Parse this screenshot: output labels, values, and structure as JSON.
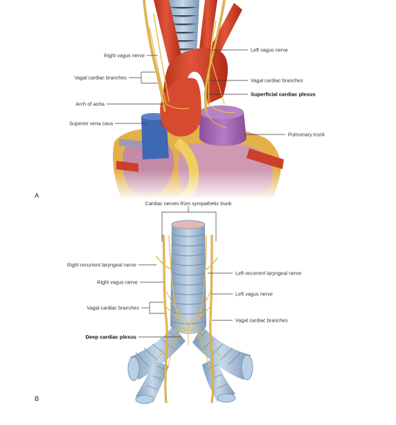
{
  "panel_a": {
    "letter": "A",
    "labels": {
      "right_vagus_nerve": "Right vagus nerve",
      "vagal_cardiac_branches_left": "Vagal cardiac branches",
      "arch_of_aorta": "Arch of aorta",
      "superior_vena_cava": "Superior vena cava",
      "left_vagus_nerve": "Left vagus nerve",
      "vagal_cardiac_branches_right": "Vagal cardiac branches",
      "superficial_cardiac_plexus": "Superficial cardiac plexus",
      "pulmonary_trunk": "Pulmonary trunk"
    }
  },
  "panel_b": {
    "letter": "B",
    "labels": {
      "cardiac_nerves_sympathetic": "Cardiac nerves from sympathetic trunk",
      "right_recurrent_laryngeal_nerve": "Right recurrent laryngeal nerve",
      "right_vagus_nerve": "Right vagus nerve",
      "vagal_cardiac_branches_left": "Vagal cardiac branches",
      "deep_cardiac_plexus": "Deep cardiac plexus",
      "left_recurrent_laryngeal_nerve": "Left recurrent laryngeal nerve",
      "left_vagus_nerve": "Left vagus nerve",
      "vagal_cardiac_branches_right": "Vagal cardiac branches"
    }
  },
  "colors": {
    "aorta": "#d9452c",
    "pulmonary_trunk": "#a065b0",
    "vena_cava": "#3d68b3",
    "heart_muscle": "#c98fa8",
    "fat": "#f1d36b",
    "nerve": "#e8b94a",
    "trachea": "#a9c3db"
  }
}
